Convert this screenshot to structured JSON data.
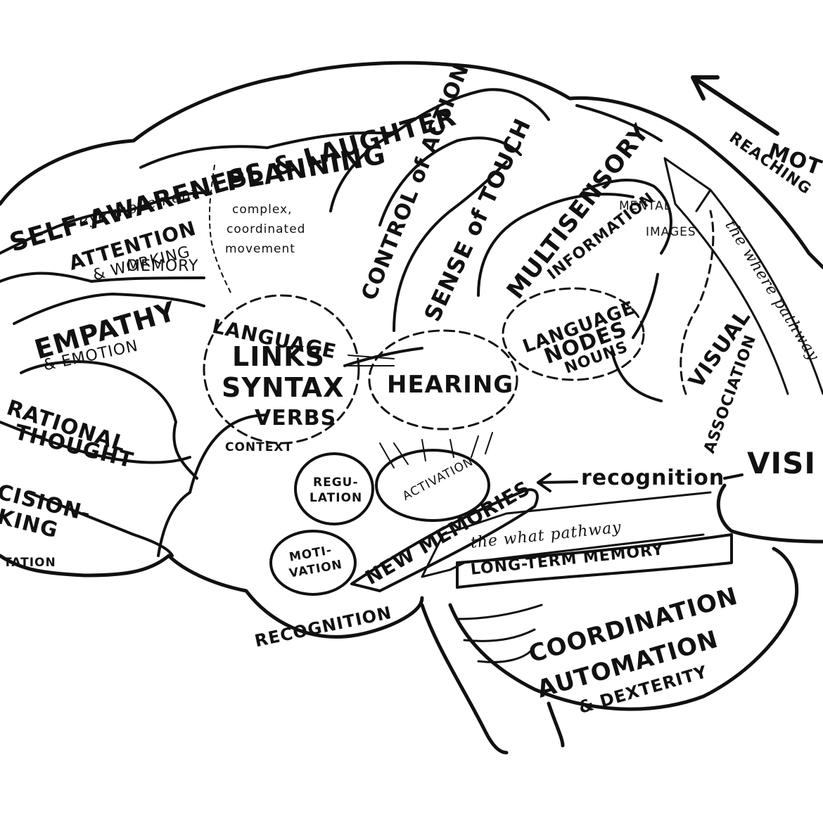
{
  "colors": {
    "ink": "#111111",
    "paper": "#ffffff"
  },
  "labels": {
    "self_awareness": "SELF-AWARENESS & LAUGHTER",
    "eye_movement": "eye movement",
    "attention": "ATTENTION",
    "working": "& WORKING",
    "memory": "MEMORY",
    "planning": "PLANNING",
    "planning_sub1": "complex,",
    "planning_sub2": "coordinated",
    "planning_sub3": "movement",
    "control_of_action": "CONTROL of ACTION",
    "sense_of_touch": "SENSE of TOUCH",
    "multisensory": "MULTISENSORY",
    "information": "INFORMATION",
    "mental": "MENTAL",
    "images": "IMAGES",
    "motor": "MOT",
    "reaching": "REACHING",
    "where_pathway": "the where pathway",
    "empathy": "EMPATHY",
    "emotion": "& EMOTION",
    "language_links": "LANGUAGE",
    "links": "LINKS",
    "syntax": "SYNTAX",
    "verbs": "VERBS",
    "context": "CONTEXT",
    "hearing": "HEARING",
    "language_nodes": "LANGUAGE",
    "nodes": "NODES",
    "nouns": "NOUNS",
    "visual": "VISUAL",
    "association": "ASSOCIATION",
    "rational": "RATIONAL",
    "thought": "THOUGHT",
    "decision": "CISION-",
    "making": "KING",
    "tation": "TATION",
    "regu": "REGU-",
    "lation": "LATION",
    "activation": "ACTIVATION",
    "recognition_arrow": "recognition",
    "vision": "VISI",
    "new_memories": "NEW MEMORIES",
    "what_pathway": "the what pathway",
    "long_term_memory": "LONG-TERM MEMORY",
    "moti": "MOTI-",
    "vation": "VATION",
    "recognition_bottom": "RECOGNITION",
    "coordination": "COORDINATION",
    "automation": "AUTOMATION",
    "dexterity": "& DEXTERITY"
  }
}
